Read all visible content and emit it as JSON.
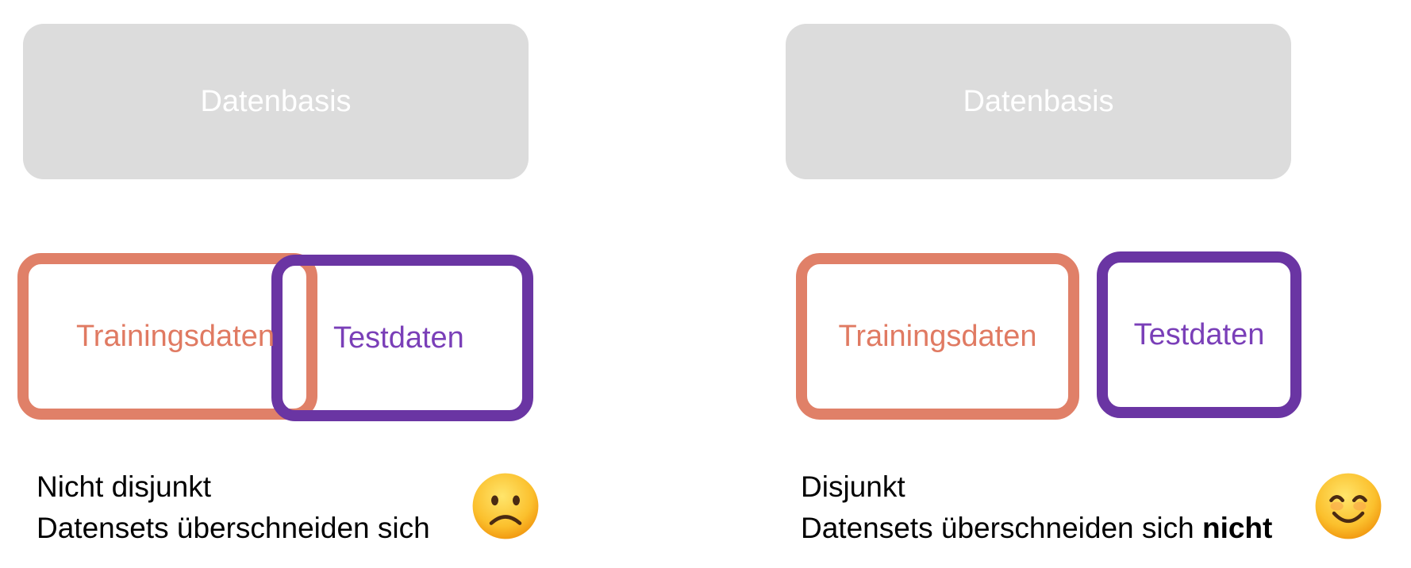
{
  "left_panel": {
    "basis_label": "Datenbasis",
    "training_label": "Trainingsdaten",
    "test_label": "Testdaten",
    "caption_line1": "Nicht disjunkt",
    "caption_line2": "Datensets überschneiden sich",
    "emoji": "frowning-face-icon"
  },
  "right_panel": {
    "basis_label": "Datenbasis",
    "training_label": "Trainingsdaten",
    "test_label": "Testdaten",
    "caption_line1": "Disjunkt",
    "caption_line2_prefix": "Datensets überschneiden sich ",
    "caption_line2_bold": "nicht",
    "emoji": "smiling-face-icon"
  },
  "colors": {
    "basis": "#dcdcdc",
    "training": "#e08068",
    "test": "#6a35a3"
  }
}
